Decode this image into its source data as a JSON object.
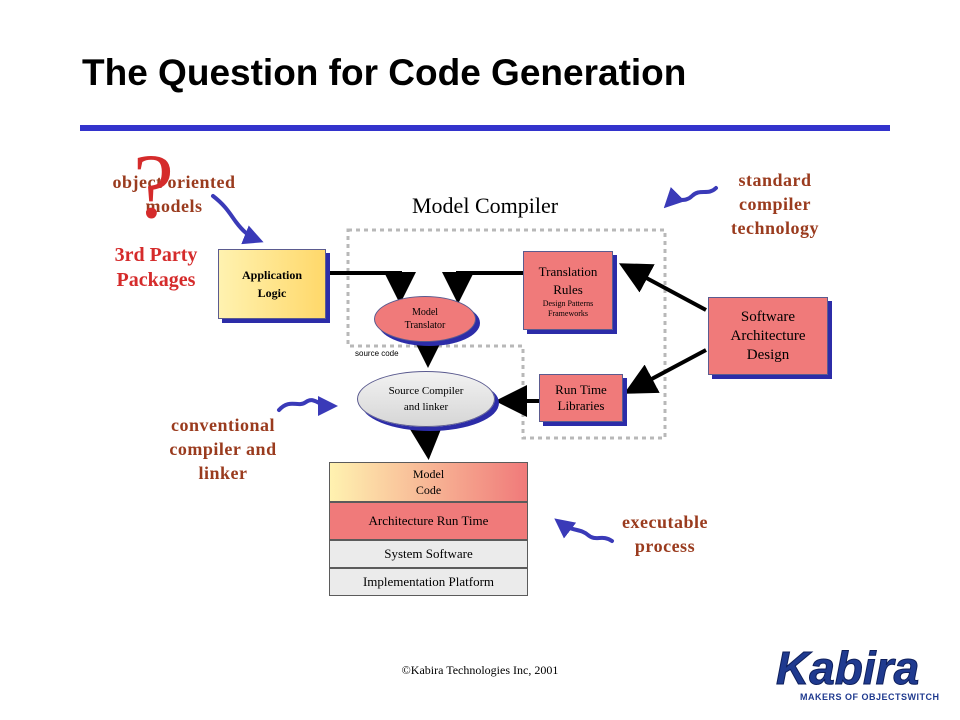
{
  "slide": {
    "title": "The Question for Code Generation",
    "footer": "©Kabira Technologies Inc, 2001"
  },
  "annotations": {
    "object_oriented_line1": "object oriented",
    "object_oriented_line2": "models",
    "question_mark": "?",
    "third_party_line1": "3rd Party",
    "third_party_line2": "Packages",
    "standard_line1": "standard",
    "standard_line2": "compiler",
    "standard_line3": "technology",
    "conventional_line1": "conventional",
    "conventional_line2": "compiler and",
    "conventional_line3": "linker",
    "executable_line1": "executable",
    "executable_line2": "process"
  },
  "diagram": {
    "model_compiler_label": "Model Compiler",
    "application_logic": {
      "line1": "Application",
      "line2": "Logic"
    },
    "translation_rules": {
      "line1": "Translation",
      "line2": "Rules",
      "sub1": "Design Patterns",
      "sub2": "Frameworks"
    },
    "model_translator": {
      "line1": "Model",
      "line2": "Translator"
    },
    "source_code_label": "source code",
    "source_compiler": {
      "line1": "Source Compiler",
      "line2": "and linker"
    },
    "run_time_libraries": {
      "line1": "Run Time",
      "line2": "Libraries"
    },
    "software_architecture": {
      "line1": "Software",
      "line2": "Architecture",
      "line3": "Design"
    },
    "stack": {
      "model_code_line1": "Model",
      "model_code_line2": "Code",
      "architecture_run_time": "Architecture Run Time",
      "system_software": "System Software",
      "implementation_platform": "Implementation Platform"
    }
  },
  "logo": {
    "name": "Kabira",
    "tagline": "MAKERS OF OBJECTSWITCH"
  },
  "colors": {
    "title_rule": "#3333cc",
    "annotation_text": "#9a3b1e",
    "highlight_red": "#d52b2b",
    "box_shadow": "#2c2ca8",
    "squiggle_arrow": "#3a3ab8",
    "logo_blue": "#1f3a8f"
  }
}
